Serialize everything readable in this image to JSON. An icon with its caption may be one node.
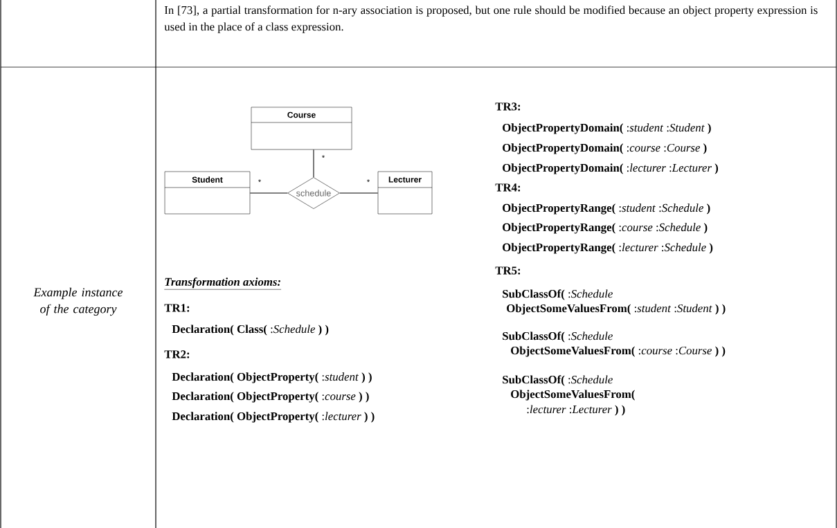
{
  "diagram": {
    "nodes": [
      {
        "text": [
          "Course"
        ]
      },
      {
        "text": [
          "Student"
        ]
      },
      {
        "text": [
          "schedule"
        ]
      },
      {
        "text": [
          "Lecturer"
        ]
      }
    ],
    "edges": [
      {
        "from": 2,
        "to": 0,
        "arrow": "none",
        "label": "*"
      },
      {
        "from": 2,
        "to": 1,
        "arrow": "none",
        "label": "*"
      },
      {
        "from": 2,
        "to": 3,
        "arrow": "none",
        "label": "*"
      }
    ],
    "labels": [
      "In [73], a partial transformation for n-ary association is proposed, but one rule should be modified because an object property expression is used in the place of a class expression.",
      "Example instance of the category",
      "Transformation axioms:",
      "TR1:",
      "**Declaration( Class(** :*Schedule* **) )**",
      "TR2:",
      "**Declaration( ObjectProperty(** :*student* **) )**",
      "**Declaration( ObjectProperty(** :*course* **) )**",
      "**Declaration( ObjectProperty(** :*lecturer* **) )**",
      "TR3:",
      "**ObjectPropertyDomain(** :*student* :*Student* **)**",
      "**ObjectPropertyDomain(** :*course* :*Course* **)**",
      "**ObjectPropertyDomain(** :*lecturer* :*Lecturer* **)**",
      "TR4:",
      "**ObjectPropertyRange(** :*student* :*Schedule* **)**",
      "**ObjectPropertyRange(** :*course* :*Schedule* **)**",
      "**ObjectPropertyRange(** :*lecturer* :*Schedule* **)**",
      "TR5:",
      "**SubClassOf(** :*Schedule*",
      "**ObjectSomeValuesFrom(** :*student* :*Student* **) )**",
      "**SubClassOf(** :*Schedule*",
      "**ObjectSomeValuesFrom(** :*course* :*Course* **) )**",
      "**SubClassOf(** :*Schedule*",
      "**ObjectSomeValuesFrom(**",
      ":*lecturer* :*Lecturer* **) )**"
    ]
  }
}
